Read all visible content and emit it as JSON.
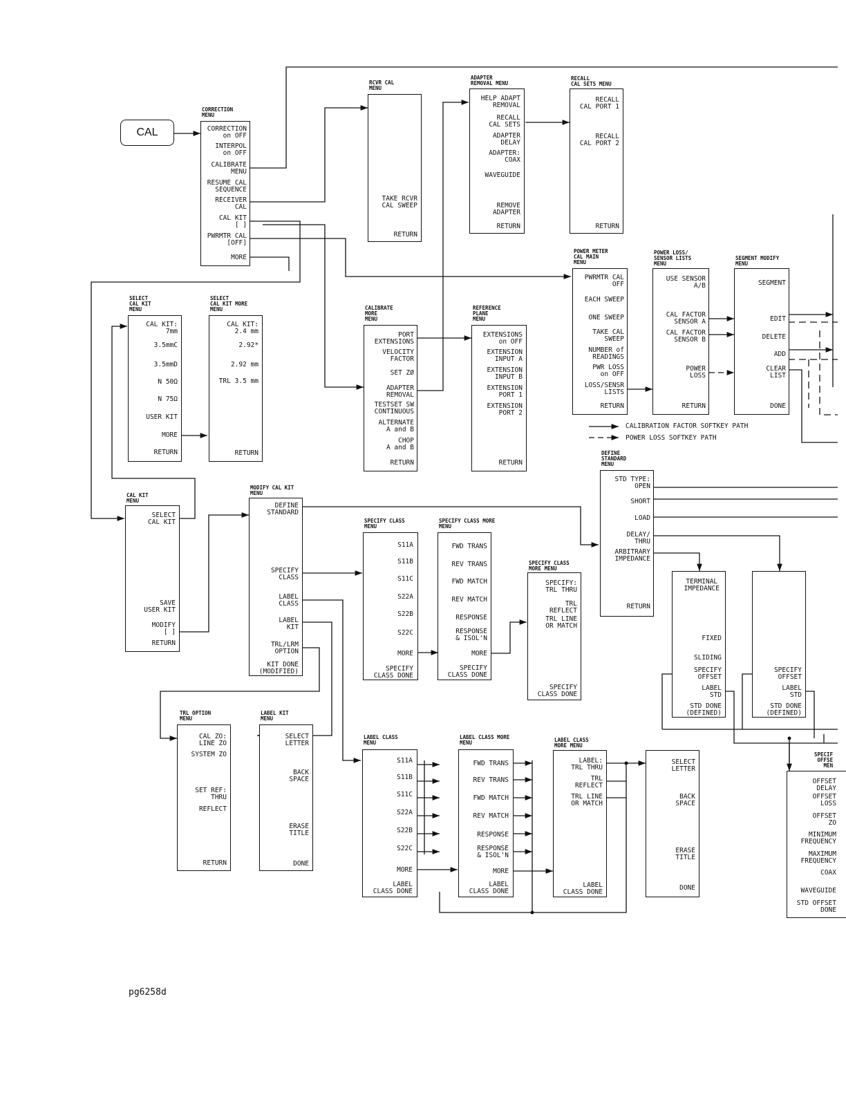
{
  "cal_key": "CAL",
  "footer": "pg6258d",
  "legend": {
    "calibration_factor_path": "CALIBRATION FACTOR SOFTKEY PATH",
    "power_loss_path": "POWER LOSS SOFTKEY PATH"
  },
  "menus": {
    "correction": {
      "title": "CORRECTION\nMENU",
      "keys": [
        "CORRECTION\non OFF",
        "INTERPOL\non OFF",
        "CALIBRATE\nMENU",
        "RESUME CAL\nSEQUENCE",
        "RECEIVER\nCAL",
        "CAL KIT\n[ ]",
        "PWRMTR CAL\n[OFF]",
        "MORE"
      ]
    },
    "rcvr_cal": {
      "title": "RCVR CAL\nMENU",
      "keys": [
        "TAKE RCVR\nCAL SWEEP",
        "RETURN"
      ]
    },
    "adapter_removal": {
      "title": "ADAPTER\nREMOVAL MENU",
      "keys": [
        "HELP ADAPT\nREMOVAL",
        "RECALL\nCAL SETS",
        "ADAPTER\nDELAY",
        "ADAPTER:\nCOAX",
        "WAVEGUIDE",
        "REMOVE\nADAPTER",
        "RETURN"
      ]
    },
    "recall_cal_sets": {
      "title": "RECALL\nCAL SETS MENU",
      "keys": [
        "RECALL\nCAL PORT 1",
        "RECALL\nCAL PORT 2",
        "RETURN"
      ]
    },
    "power_meter_cal": {
      "title": "POWER METER\nCAL MAIN\nMENU",
      "keys": [
        "PWRMTR CAL\nOFF",
        "EACH SWEEP",
        "ONE SWEEP",
        "TAKE CAL\nSWEEP",
        "NUMBER of\nREADINGS",
        "PWR LOSS\non OFF",
        "LOSS/SENSR\nLISTS",
        "RETURN"
      ]
    },
    "power_loss_sensor": {
      "title": "POWER LOSS/\nSENSOR LISTS\nMENU",
      "keys": [
        "USE SENSOR\nA/B",
        "CAL FACTOR\nSENSOR A",
        "CAL FACTOR\nSENSOR B",
        "POWER\nLOSS",
        "RETURN"
      ]
    },
    "segment_modify": {
      "title": "SEGMENT MODIFY\nMENU",
      "keys": [
        "SEGMENT",
        "EDIT",
        "DELETE",
        "ADD",
        "CLEAR\nLIST",
        "DONE"
      ]
    },
    "select_cal_kit": {
      "title": "SELECT\nCAL KIT\nMENU",
      "keys": [
        "CAL KIT:\n7mm",
        "3.5mmC",
        "3.5mmD",
        "N 50Ω",
        "N 75Ω",
        "USER KIT",
        "MORE",
        "RETURN"
      ]
    },
    "select_cal_kit_more": {
      "title": "SELECT\nCAL KIT MORE\nMENU",
      "keys": [
        "CAL KIT:\n2.4 mm",
        "2.92*",
        "2.92 mm",
        "TRL 3.5 mm",
        "RETURN"
      ]
    },
    "calibrate_more": {
      "title": "CALIBRATE\nMORE\nMENU",
      "keys": [
        "PORT\nEXTENSIONS",
        "VELOCITY\nFACTOR",
        "SET ZØ",
        "ADAPTER\nREMOVAL",
        "TESTSET SW\nCONTINUOUS",
        "ALTERNATE\nA and B",
        "CHOP\nA and B",
        "RETURN"
      ]
    },
    "reference_plane": {
      "title": "REFERENCE\nPLANE\nMENU",
      "keys": [
        "EXTENSIONS\non OFF",
        "EXTENSION\nINPUT A",
        "EXTENSION\nINPUT B",
        "EXTENSION\nPORT 1",
        "EXTENSION\nPORT 2",
        "RETURN"
      ]
    },
    "define_standard": {
      "title": "DEFINE\nSTANDARD\nMENU",
      "keys": [
        "STD TYPE:\nOPEN",
        "SHORT",
        "LOAD",
        "DELAY/\nTHRU",
        "ARBITRARY\nIMPEDANCE",
        "RETURN"
      ]
    },
    "cal_kit": {
      "title": "CAL KIT\nMENU",
      "keys": [
        "SELECT\nCAL KIT",
        "SAVE\nUSER KIT",
        "MODIFY\n[ ]",
        "RETURN"
      ]
    },
    "modify_cal_kit": {
      "title": "MODIFY CAL KIT\nMENU",
      "keys": [
        "DEFINE\nSTANDARD",
        "SPECIFY\nCLASS",
        "LABEL\nCLASS",
        "LABEL\nKIT",
        "TRL/LRM\nOPTION",
        "KIT DONE\n(MODIFIED)"
      ]
    },
    "specify_class": {
      "title": "SPECIFY CLASS\nMENU",
      "keys": [
        "S11A",
        "S11B",
        "S11C",
        "S22A",
        "S22B",
        "S22C",
        "MORE",
        "SPECIFY\nCLASS DONE"
      ]
    },
    "specify_class_more": {
      "title": "SPECIFY CLASS MORE\nMENU",
      "keys": [
        "FWD TRANS",
        "REV TRANS",
        "FWD MATCH",
        "REV MATCH",
        "RESPONSE",
        "RESPONSE\n& ISOL'N",
        "MORE",
        "SPECIFY\nCLASS DONE"
      ]
    },
    "specify_class_more2": {
      "title": "SPECIFY CLASS\nMORE MENU",
      "keys": [
        "SPECIFY:\nTRL THRU",
        "TRL\nREFLECT",
        "TRL LINE\nOR MATCH",
        "SPECIFY\nCLASS DONE"
      ]
    },
    "terminal_impedance": {
      "title": "",
      "keys": [
        "TERMINAL\nIMPEDANCE",
        "FIXED",
        "SLIDING",
        "SPECIFY\nOFFSET",
        "LABEL\nSTD",
        "STD DONE\n(DEFINED)"
      ]
    },
    "define_std_2": {
      "title": "",
      "keys": [
        "SPECIFY\nOFFSET",
        "LABEL\nSTD",
        "STD DONE\n(DEFINED)"
      ]
    },
    "trl_option": {
      "title": "TRL OPTION\nMENU",
      "keys": [
        "CAL ZO:\nLINE ZO",
        "SYSTEM ZO",
        "SET REF:\nTHRU",
        "REFLECT",
        "RETURN"
      ]
    },
    "label_kit": {
      "title": "LABEL KIT\nMENU",
      "keys": [
        "SELECT\nLETTER",
        "BACK\nSPACE",
        "ERASE\nTITLE",
        "DONE"
      ]
    },
    "label_class": {
      "title": "LABEL CLASS\nMENU",
      "keys": [
        "S11A",
        "S11B",
        "S11C",
        "S22A",
        "S22B",
        "S22C",
        "MORE",
        "LABEL\nCLASS DONE"
      ]
    },
    "label_class_more": {
      "title": "LABEL CLASS MORE\nMENU",
      "keys": [
        "FWD TRANS",
        "REV TRANS",
        "FWD MATCH",
        "REV MATCH",
        "RESPONSE",
        "RESPONSE\n& ISOL'N",
        "MORE",
        "LABEL\nCLASS DONE"
      ]
    },
    "label_class_more2": {
      "title": "LABEL CLASS\nMORE MENU",
      "keys": [
        "LABEL:\nTRL THRU",
        "TRL\nREFLECT",
        "TRL LINE\nOR MATCH",
        "LABEL\nCLASS DONE"
      ]
    },
    "letter_menu": {
      "title": "",
      "keys": [
        "SELECT\nLETTER",
        "BACK\nSPACE",
        "ERASE\nTITLE",
        "DONE"
      ]
    },
    "specify_offset": {
      "title": "SPECIF\nOFFSE\nMEN",
      "keys": [
        "OFFSET\nDELAY",
        "OFFSET\nLOSS",
        "OFFSET\nZO",
        "MINIMUM\nFREQUENCY",
        "MAXIMUM\nFREQUENCY",
        "COAX",
        "WAVEGUIDE",
        "STD OFFSET\nDONE"
      ]
    }
  }
}
